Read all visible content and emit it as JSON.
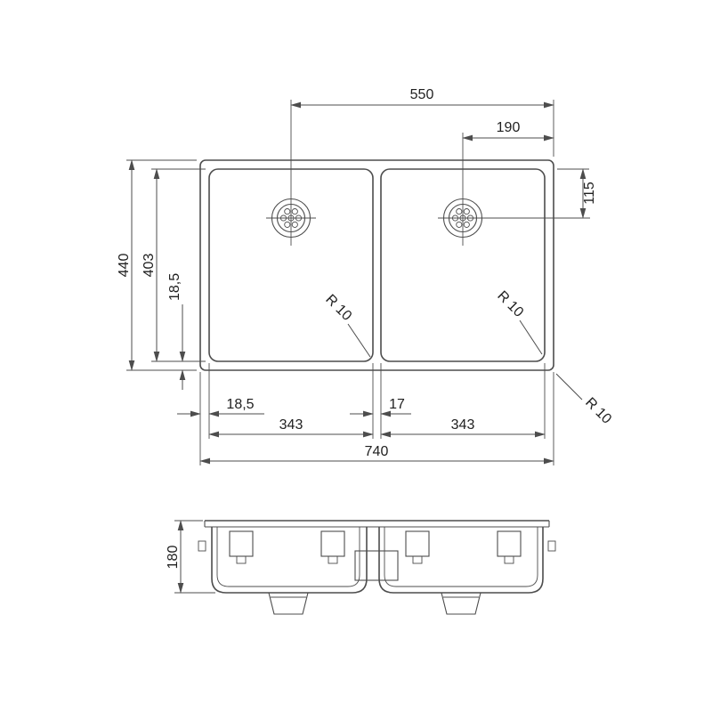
{
  "colors": {
    "line": "#4d4d4d",
    "text": "#1f1f1f"
  },
  "top_view": {
    "dim_550": "550",
    "dim_190": "190",
    "dim_115": "115",
    "dim_440": "440",
    "dim_403": "403",
    "dim_18_5_vertical": "18,5",
    "dim_18_5_bottom": "18,5",
    "dim_343_left": "343",
    "dim_17": "17",
    "dim_343_right": "343",
    "dim_740": "740",
    "radius_left_bowl": "R 10",
    "radius_right_bowl": "R 10",
    "radius_outer_corner": "R 10"
  },
  "front_view": {
    "dim_180": "180"
  }
}
